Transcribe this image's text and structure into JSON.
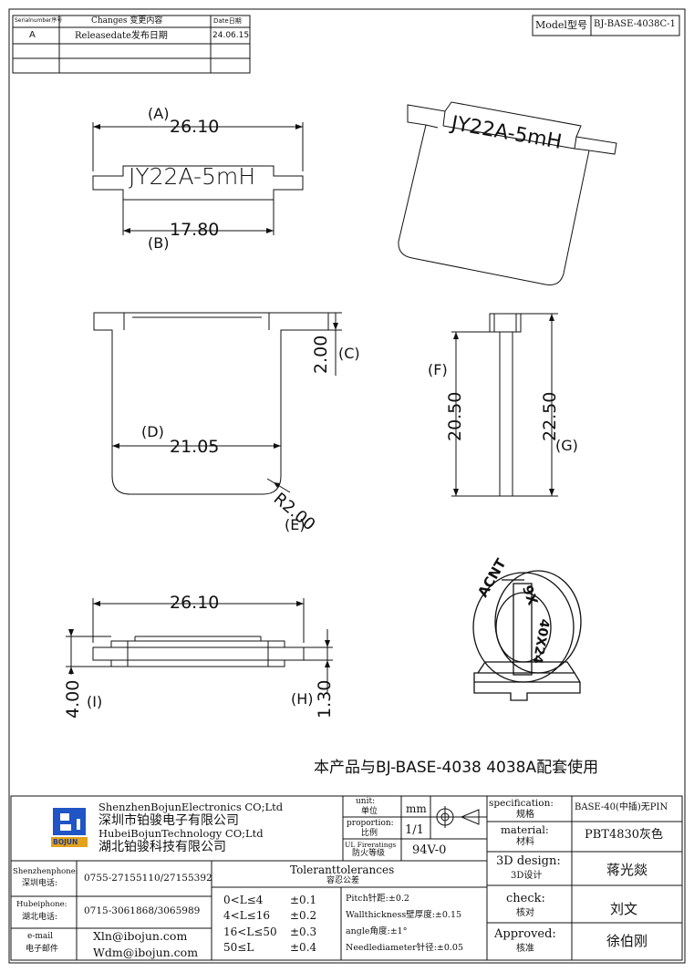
{
  "revision_table": {
    "headers": [
      "Serialnumber序号",
      "Changes 变更内容",
      "Date日期"
    ],
    "rows": [
      [
        "A",
        "Releasedate发布日期",
        "24.06.15"
      ]
    ]
  },
  "model_box": {
    "label": "Model型号",
    "value": "BJ-BASE-4038C-1"
  },
  "top_view": {
    "label_A": "(A)",
    "dim_A": "26.10",
    "plate_text": "JY22A-5mH",
    "label_B": "(B)",
    "dim_B": "17.80"
  },
  "iso_view": {
    "plate_text": "JY22A-5mH"
  },
  "front_view": {
    "dim_C": "2.00",
    "label_C": "(C)",
    "label_D": "(D)",
    "dim_D": "21.05",
    "dim_E": "R2.00",
    "label_E": "(E)"
  },
  "side_view": {
    "label_F": "(F)",
    "dim_F": "20.50",
    "dim_G": "22.50",
    "label_G": "(G)"
  },
  "bottom_view": {
    "dim_top": "26.10",
    "dim_I": "4.00",
    "label_I": "(I)",
    "label_H": "(H)",
    "dim_H": "1.30"
  },
  "product_iso": {
    "ring_text": "ACNT",
    "ring_text2": "9X",
    "ring_text3": "40X24"
  },
  "note": "本产品与BJ-BASE-4038  4038A配套使用",
  "title_block": {
    "company": [
      "ShenzhenBojunElectronics CO;Ltd",
      "深圳市铂骏电子有限公司",
      "HubeiBojunTechnology CO;Ltd",
      "湖北铂骏科技有限公司"
    ],
    "logo_text": "BOJUN",
    "unit_label": "unit:",
    "unit_cn": "单位",
    "unit_value": "mm",
    "proportion_label": "proportion:",
    "proportion_cn": "比例",
    "proportion_value": "1/1",
    "ul_label": "UL Fireratings",
    "ul_cn": "防火等级",
    "ul_value": "94V-0",
    "spec_label": "specification:",
    "spec_cn": "规格",
    "spec_value": "BASE-40(中插)无PIN",
    "material_label": "material:",
    "material_cn": "材料",
    "material_value": "PBT4830灰色",
    "design_label": "3D design:",
    "design_cn": "3D设计",
    "design_value": "蒋光燚",
    "check_label": "check:",
    "check_cn": "核对",
    "check_value": "刘文",
    "approved_label": "Approved:",
    "approved_cn": "核准",
    "approved_value": "徐伯刚",
    "contacts": [
      {
        "label": "Shenzhenphone:",
        "label_cn": "深圳电话:",
        "value": "0755-27155110/27155392"
      },
      {
        "label": "Hubeiphone:",
        "label_cn": "湖北电话:",
        "value": "0715-3061868/3065989"
      },
      {
        "label": "e-mail",
        "label_cn": "电子邮件",
        "value": "Xln@ibojun.com",
        "value2": "Wdm@ibojun.com"
      }
    ],
    "tolerance_title": "Toleranttolerances",
    "tolerance_cn": "容忍公差",
    "tolerances": [
      {
        "range": "0<L≤4",
        "tol": "±0.1"
      },
      {
        "range": "4<L≤16",
        "tol": "±0.2"
      },
      {
        "range": "16<L≤50",
        "tol": "±0.3"
      },
      {
        "range": "50≤L",
        "tol": "±0.4"
      }
    ],
    "extra_tolerances": [
      "Pitch针距:±0.2",
      "Wallthickness壁厚度:±0.15",
      "angle角度:±1°",
      "Needlediameter针径:±0.05"
    ]
  }
}
